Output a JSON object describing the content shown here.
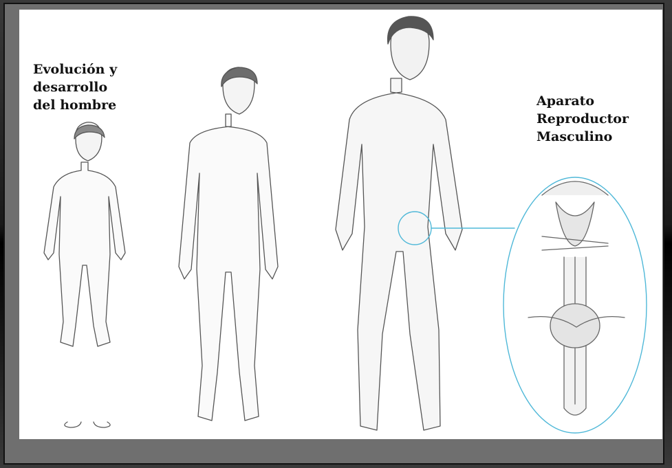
{
  "slide": {
    "title_left": "Evolución y\ndesarrollo\ndel hombre",
    "title_right": "Aparato\nReproductor\nMasculino"
  },
  "figures": [
    "child-figure",
    "adolescent-figure",
    "adult-figure",
    "reproductive-organ-detail"
  ],
  "colors": {
    "frame": "#6f6f6f",
    "panel": "#ffffff",
    "line_art": "#555555",
    "callout": "#4fb8d8"
  }
}
